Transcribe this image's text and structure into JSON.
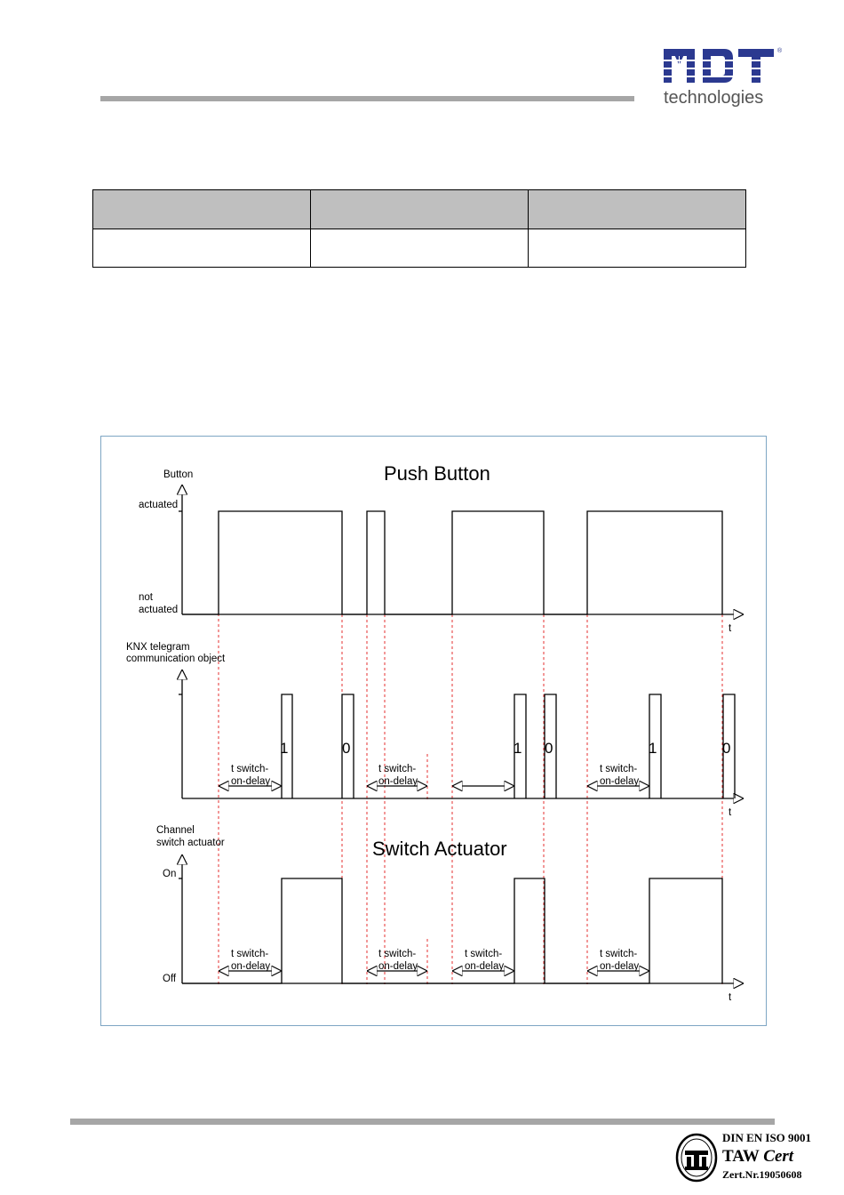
{
  "header": {
    "logo_brand": "MDT",
    "logo_sub": "technologies",
    "logo_mark": "®"
  },
  "table": {
    "headers": [
      "",
      "",
      ""
    ],
    "rows": [
      [
        "",
        "",
        ""
      ]
    ]
  },
  "diagram": {
    "panel1": {
      "title": "Push Button",
      "ylabel": "Button",
      "level_high": "actuated",
      "level_low_1": "not",
      "level_low_2": "actuated",
      "t_label": "t"
    },
    "panel2": {
      "ylabel_1": "KNX telegram",
      "ylabel_2": "communication object",
      "t_label": "t",
      "bits": [
        "1",
        "0",
        "1",
        "0",
        "1",
        "0"
      ],
      "delay_1": "t switch-",
      "delay_2": "on-delay"
    },
    "panel3": {
      "title": "Switch Actuator",
      "ylabel_1": "Channel",
      "ylabel_2": "switch actuator",
      "level_high": "On",
      "level_low": "Off",
      "t_label": "t",
      "delay_1": "t switch-",
      "delay_2": "on-delay"
    }
  },
  "footer": {
    "cert_line1": "DIN EN ISO 9001",
    "cert_line2_a": "TAW ",
    "cert_line2_b": "Cert",
    "cert_line3": "Zert.Nr.19050608"
  }
}
